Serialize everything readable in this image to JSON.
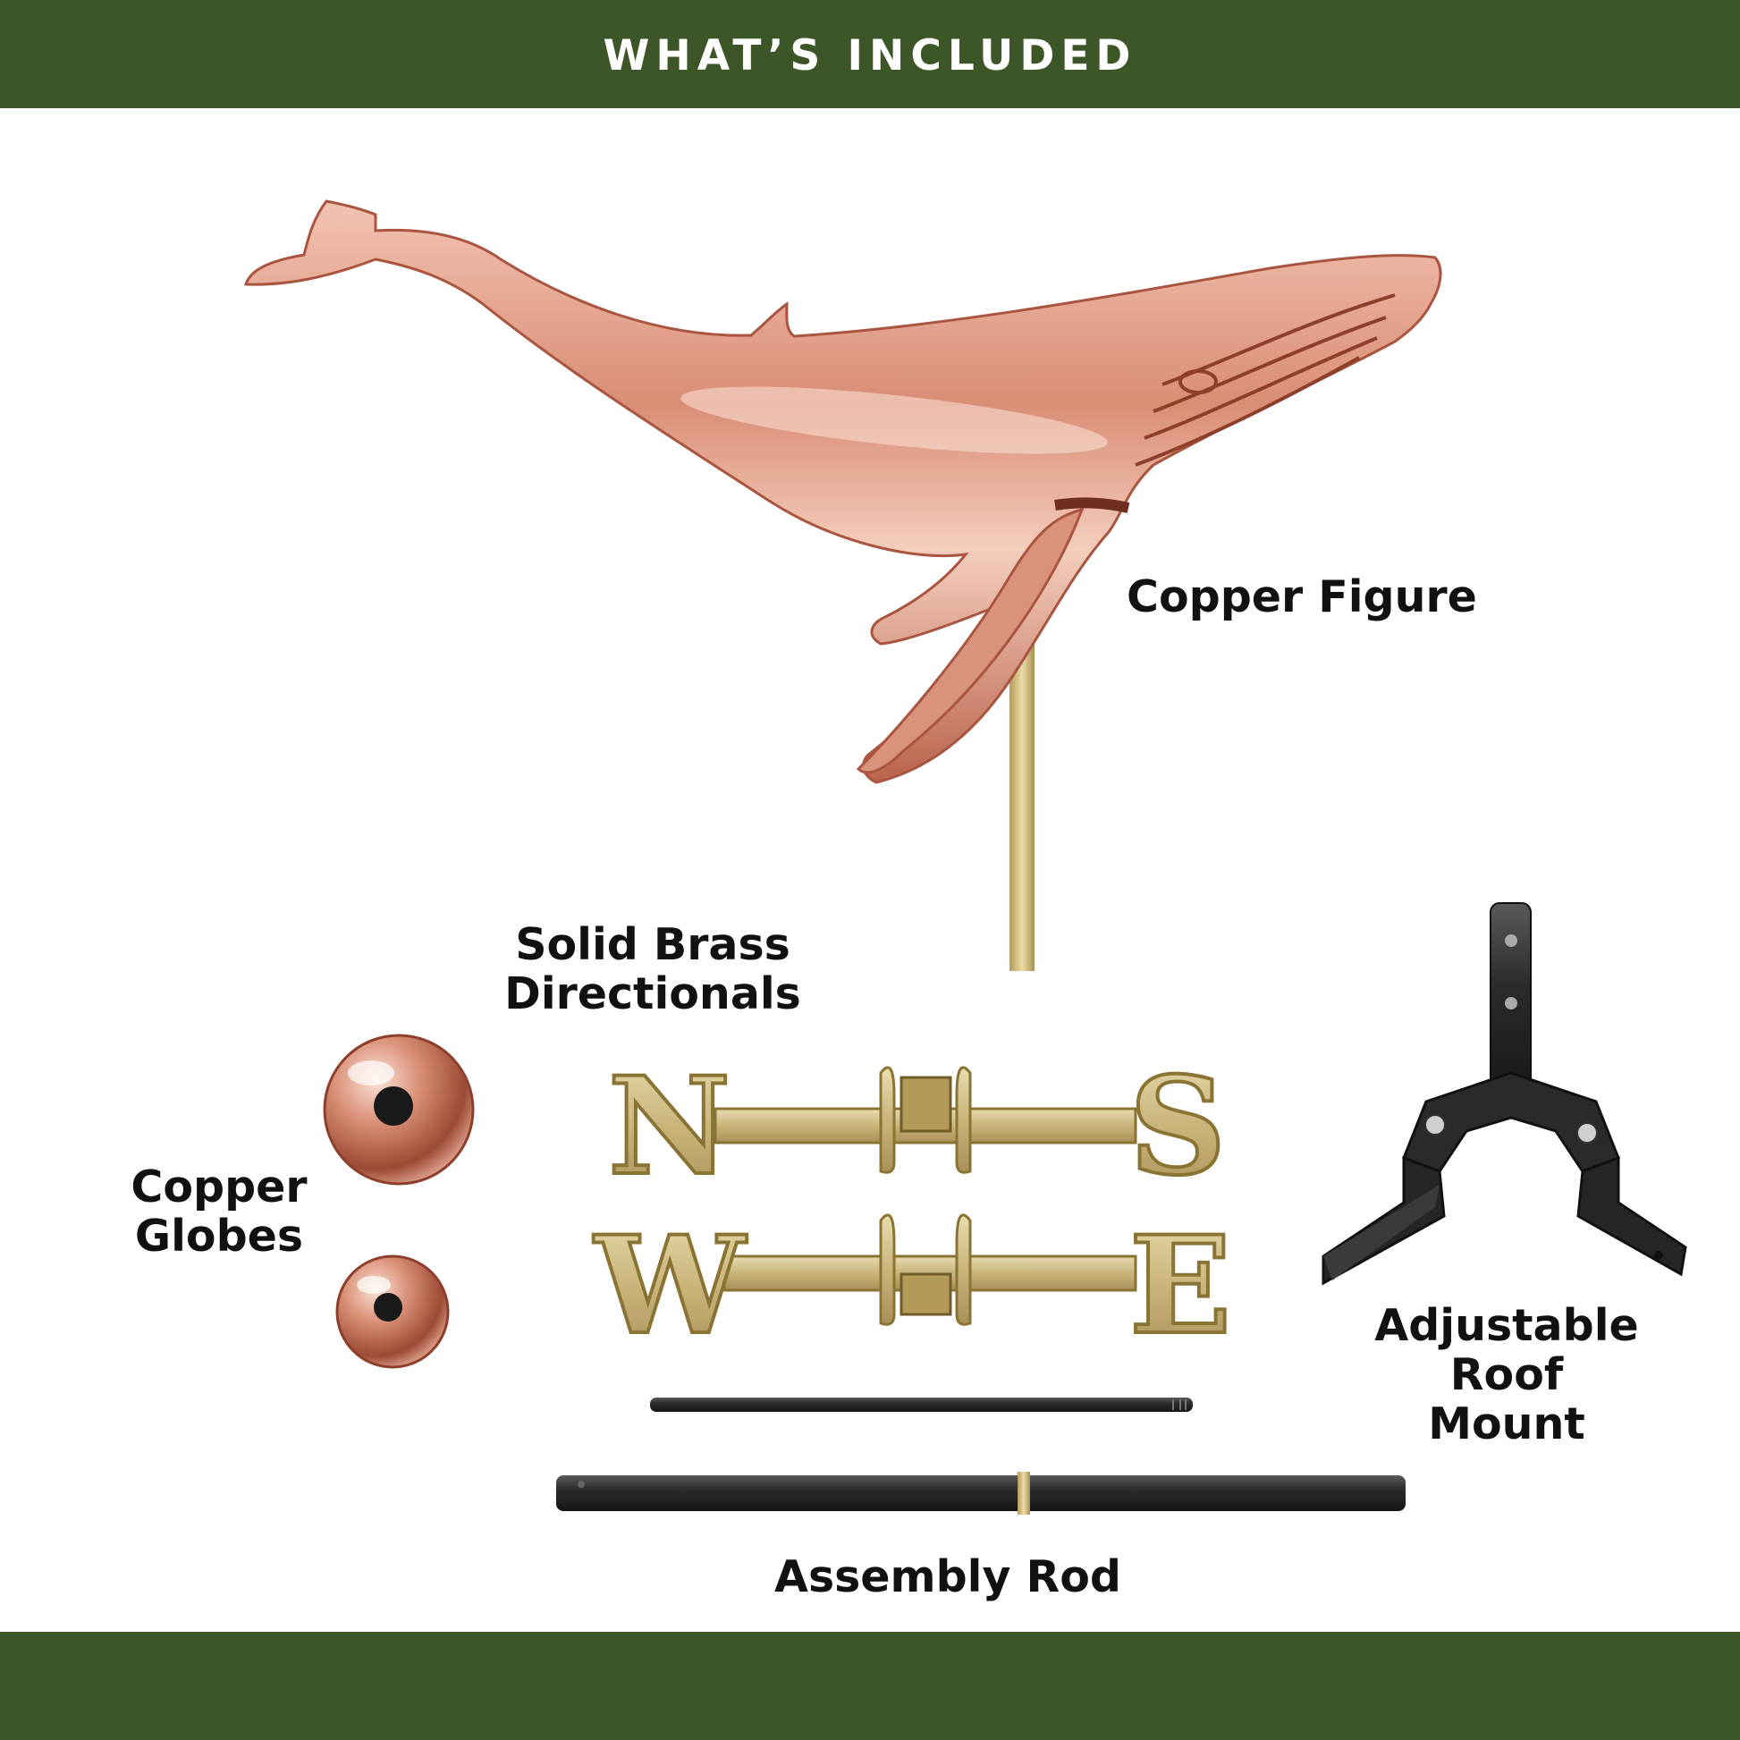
{
  "header": {
    "title": "WHAT’S INCLUDED"
  },
  "labels": {
    "copper_figure": "Copper Figure",
    "directionals_line1": "Solid Brass",
    "directionals_line2": "Directionals",
    "globes_line1": "Copper",
    "globes_line2": "Globes",
    "roof_mount_line1": "Adjustable",
    "roof_mount_line2": "Roof",
    "roof_mount_line3": "Mount",
    "assembly_rod": "Assembly Rod"
  },
  "directionals": {
    "north": "N",
    "south": "S",
    "west": "W",
    "east": "E"
  },
  "colors": {
    "band": "#3d5628",
    "copper": "#d9927c",
    "brass": "#cbb77a",
    "black_metal": "#2a2a2a"
  },
  "icons": [
    "whale-figure",
    "copper-globe",
    "brass-directionals",
    "roof-mount-bracket",
    "assembly-rod"
  ]
}
